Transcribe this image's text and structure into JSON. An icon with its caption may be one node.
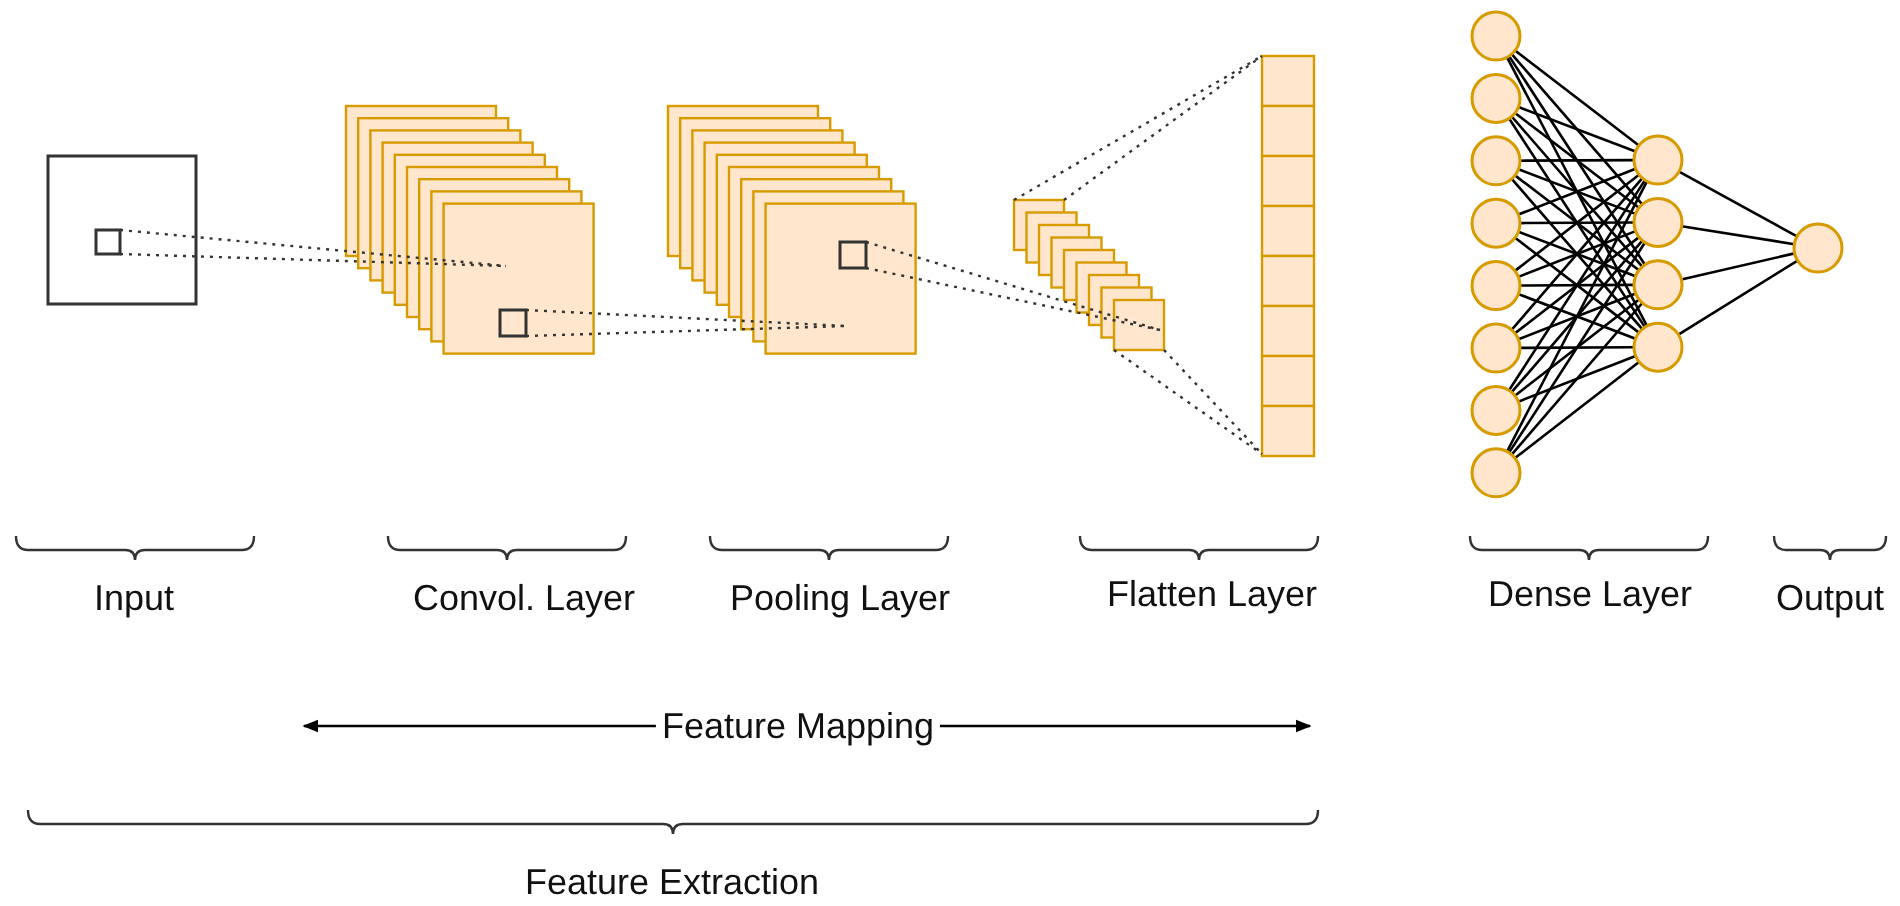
{
  "diagram": {
    "nodes": [
      {
        "text": [],
        "shape": "circle"
      },
      {
        "text": [],
        "shape": "circle"
      },
      {
        "text": [],
        "shape": "circle"
      },
      {
        "text": [],
        "shape": "circle"
      },
      {
        "text": [],
        "shape": "circle"
      },
      {
        "text": [],
        "shape": "circle"
      },
      {
        "text": [],
        "shape": "circle"
      },
      {
        "text": [],
        "shape": "circle"
      },
      {
        "text": [],
        "shape": "circle"
      },
      {
        "text": [],
        "shape": "circle"
      },
      {
        "text": [],
        "shape": "circle"
      },
      {
        "text": [],
        "shape": "circle"
      },
      {
        "text": [],
        "shape": "circle"
      }
    ],
    "edges": [
      {
        "from": 0,
        "to": 8,
        "arrow": "none"
      },
      {
        "from": 0,
        "to": 9,
        "arrow": "none"
      },
      {
        "from": 0,
        "to": 10,
        "arrow": "none"
      },
      {
        "from": 0,
        "to": 11,
        "arrow": "none"
      },
      {
        "from": 1,
        "to": 8,
        "arrow": "none"
      },
      {
        "from": 1,
        "to": 9,
        "arrow": "none"
      },
      {
        "from": 1,
        "to": 10,
        "arrow": "none"
      },
      {
        "from": 1,
        "to": 11,
        "arrow": "none"
      },
      {
        "from": 2,
        "to": 8,
        "arrow": "none"
      },
      {
        "from": 2,
        "to": 9,
        "arrow": "none"
      },
      {
        "from": 2,
        "to": 10,
        "arrow": "none"
      },
      {
        "from": 2,
        "to": 11,
        "arrow": "none"
      },
      {
        "from": 3,
        "to": 8,
        "arrow": "none"
      },
      {
        "from": 3,
        "to": 9,
        "arrow": "none"
      },
      {
        "from": 3,
        "to": 10,
        "arrow": "none"
      },
      {
        "from": 3,
        "to": 11,
        "arrow": "none"
      },
      {
        "from": 4,
        "to": 8,
        "arrow": "none"
      },
      {
        "from": 4,
        "to": 9,
        "arrow": "none"
      },
      {
        "from": 4,
        "to": 10,
        "arrow": "none"
      },
      {
        "from": 4,
        "to": 11,
        "arrow": "none"
      },
      {
        "from": 5,
        "to": 8,
        "arrow": "none"
      },
      {
        "from": 5,
        "to": 9,
        "arrow": "none"
      },
      {
        "from": 5,
        "to": 10,
        "arrow": "none"
      },
      {
        "from": 5,
        "to": 11,
        "arrow": "none"
      },
      {
        "from": 6,
        "to": 8,
        "arrow": "none"
      },
      {
        "from": 6,
        "to": 9,
        "arrow": "none"
      },
      {
        "from": 6,
        "to": 10,
        "arrow": "none"
      },
      {
        "from": 6,
        "to": 11,
        "arrow": "none"
      },
      {
        "from": 7,
        "to": 8,
        "arrow": "none"
      },
      {
        "from": 7,
        "to": 9,
        "arrow": "none"
      },
      {
        "from": 7,
        "to": 10,
        "arrow": "none"
      },
      {
        "from": 7,
        "to": 11,
        "arrow": "none"
      },
      {
        "from": 8,
        "to": 12,
        "arrow": "none"
      },
      {
        "from": 9,
        "to": 12,
        "arrow": "none"
      },
      {
        "from": 10,
        "to": 12,
        "arrow": "none"
      },
      {
        "from": 11,
        "to": 12,
        "arrow": "none"
      }
    ],
    "labels": [
      "Input",
      "Convol. Layer",
      "Pooling Layer",
      "Flatten Layer",
      "Dense Layer",
      "Output",
      "Feature Mapping",
      "Feature Extraction"
    ]
  }
}
